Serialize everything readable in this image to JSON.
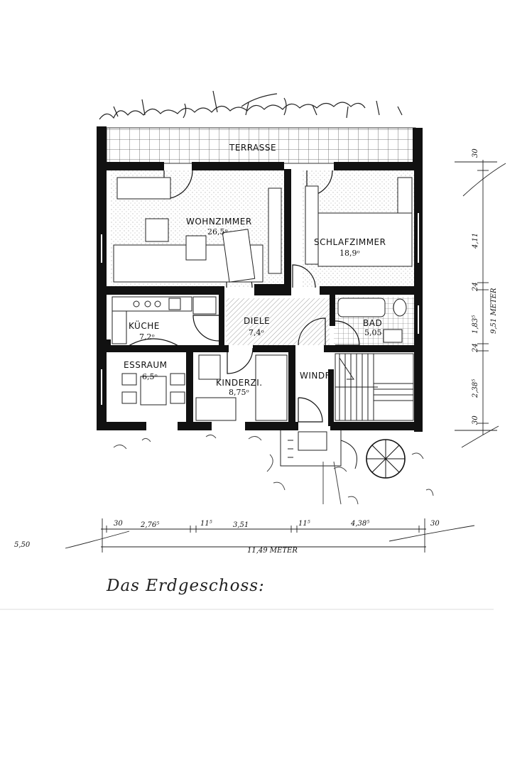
{
  "rooms": {
    "terrasse": {
      "label": "TERRASSE"
    },
    "wohnzimmer": {
      "label": "WOHNZIMMER",
      "area": "26,5ᵒ"
    },
    "schlafzimmer": {
      "label": "SCHLAFZIMMER",
      "area": "18,9ᵒ"
    },
    "kueche": {
      "label": "KÜCHE",
      "area": "7,2ᵒ"
    },
    "diele": {
      "label": "DIELE",
      "area": "7,4ᵒ"
    },
    "bad": {
      "label": "BAD",
      "area": "5,05"
    },
    "essraum": {
      "label": "ESSRAUM",
      "area": "6,5ᵒ"
    },
    "kinderzimmer": {
      "label": "KINDERZI.",
      "area": "8,75ᵒ"
    },
    "windf": {
      "label": "WINDF."
    }
  },
  "dimensions": {
    "horizontal": [
      "30",
      "2,76⁵",
      "11⁵",
      "3,51",
      "11⁵",
      "4,38⁵",
      "30"
    ],
    "total_width": "11,49 METER",
    "left_note": "5,50",
    "vertical": [
      "30",
      "4,11",
      "24",
      "1,83⁵",
      "24",
      "2,38⁵",
      "30"
    ],
    "total_depth": "9,51 METER"
  },
  "caption": "Das Erdgeschoss:"
}
